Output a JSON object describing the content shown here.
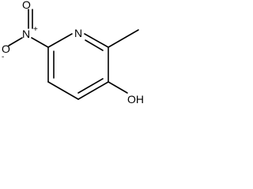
{
  "molecule": {
    "atoms": {
      "ring_nitrogen": "N",
      "hydroxyl": "OH",
      "nitro_nitrogen": "N",
      "nitro_oxygen_top": "O",
      "nitro_oxygen_left": "O"
    },
    "charges": {
      "nitro_nitrogen": "+",
      "nitro_oxygen_left": "-"
    }
  }
}
